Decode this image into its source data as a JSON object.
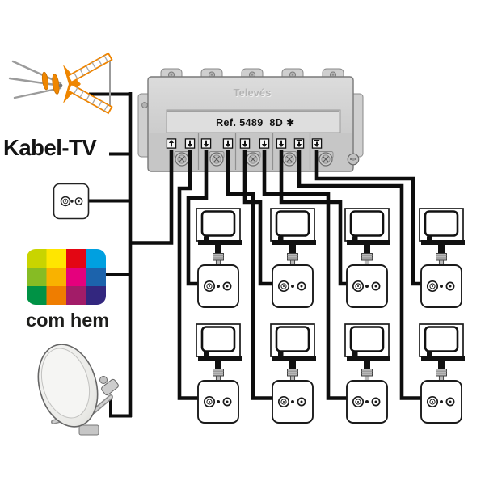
{
  "diagram": {
    "description": "cable-tv-distribution-diagram",
    "background": "#ffffff",
    "cable_color": "#0d0d0d"
  },
  "sources": {
    "antenna": {
      "icon": "terrestrial-antenna-icon",
      "accent_color": "#ef8600"
    },
    "cable_tv_label": "Kabel-TV",
    "wall_outlet": {
      "icon": "coax-wall-outlet-icon"
    },
    "comhem": {
      "label": "com hem",
      "label_color": "#1d1d1b",
      "logo_colors": [
        [
          "#c9d400",
          "#ffe600",
          "#e30613",
          "#00a0e0"
        ],
        [
          "#86bc24",
          "#f9b200",
          "#e5007d",
          "#1c63ac"
        ],
        [
          "#009245",
          "#ef7d00",
          "#a21c68",
          "#33277f"
        ]
      ]
    },
    "satellite_dish": {
      "icon": "satellite-dish-icon"
    }
  },
  "splitter": {
    "brand": "Televés",
    "ref_label": "Ref. 5489  8D ✱",
    "body_color": "#cccccc",
    "ports": [
      {
        "id": "input-1",
        "type": "input",
        "arrow": "up"
      },
      {
        "id": "output-1",
        "type": "output",
        "arrow": "down"
      },
      {
        "id": "output-2",
        "type": "output",
        "arrow": "down"
      },
      {
        "id": "output-3",
        "type": "output",
        "arrow": "down"
      },
      {
        "id": "output-4",
        "type": "output",
        "arrow": "down"
      },
      {
        "id": "output-5",
        "type": "output",
        "arrow": "down"
      },
      {
        "id": "output-6",
        "type": "output",
        "arrow": "down"
      },
      {
        "id": "output-7",
        "type": "output",
        "arrow": "down-terminated"
      },
      {
        "id": "output-8",
        "type": "output",
        "arrow": "down-terminated"
      }
    ]
  },
  "distribution": {
    "tv_count": 8,
    "outlet_count": 8,
    "rows": 2,
    "columns": 4
  }
}
